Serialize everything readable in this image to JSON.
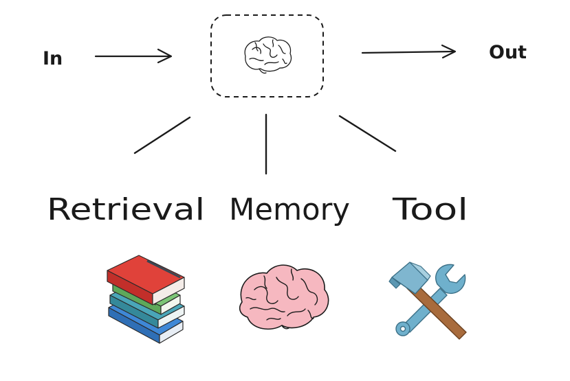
{
  "flow": {
    "input_label": "In",
    "output_label": "Out",
    "core_icon": "brain-icon"
  },
  "components": [
    {
      "label": "Retrieval",
      "icon": "books-icon"
    },
    {
      "label": "Memory",
      "icon": "brain-icon"
    },
    {
      "label": "Tool",
      "icon": "hammer-and-wrench-icon"
    }
  ],
  "colors": {
    "ink": "#1a1a1a",
    "brain_fill": "#f6b8c0",
    "book_red": "#e0423a",
    "book_green": "#7cc576",
    "book_blue": "#3f88d6",
    "tool_metal": "#6fb0cc",
    "tool_handle": "#a86b3c"
  }
}
